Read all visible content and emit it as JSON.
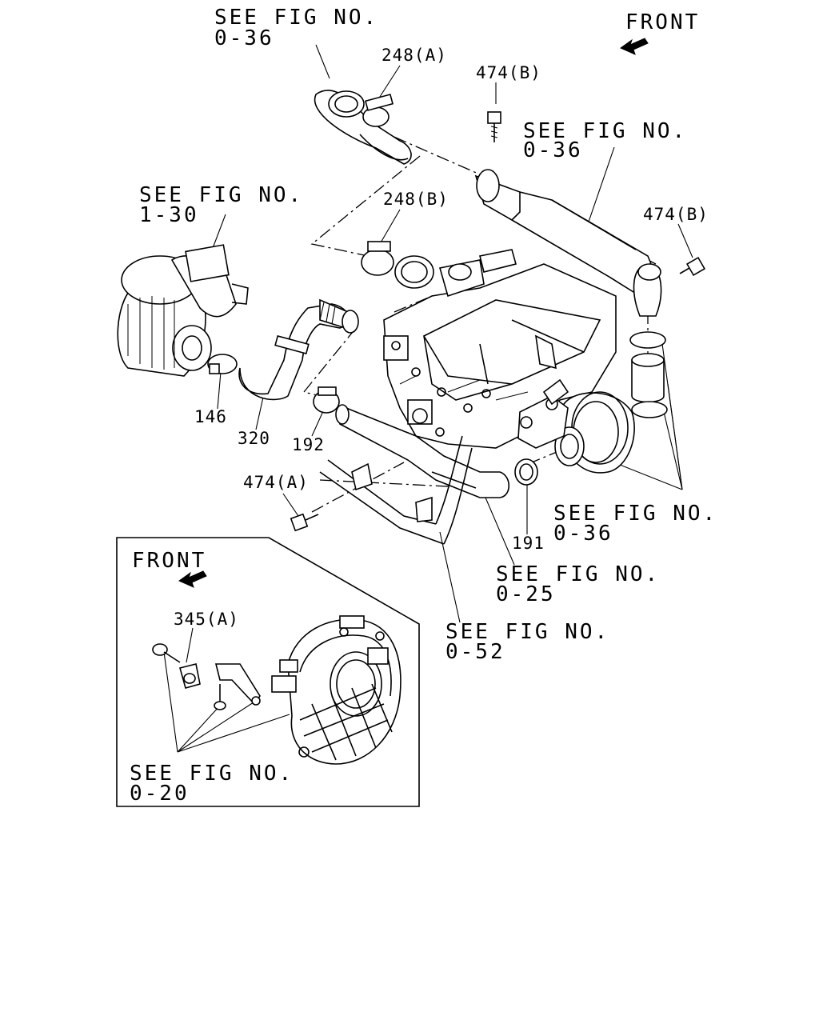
{
  "refs": {
    "see_fig_prefix": "SEE FIG NO.",
    "top_left": "0-36",
    "top_mid": "0-36",
    "left": "1-30",
    "right_mid": "0-36",
    "bottom_mid": "0-25",
    "bottom": "0-52",
    "inset": "0-20"
  },
  "front_labels": {
    "main": "FRONT",
    "inset": "FRONT"
  },
  "part_labels": {
    "p248a": "248(A)",
    "p248b": "248(B)",
    "p474b_top": "474(B)",
    "p474b_right": "474(B)",
    "p474a": "474(A)",
    "p146": "146",
    "p320": "320",
    "p192": "192",
    "p191": "191",
    "p345a": "345(A)"
  }
}
